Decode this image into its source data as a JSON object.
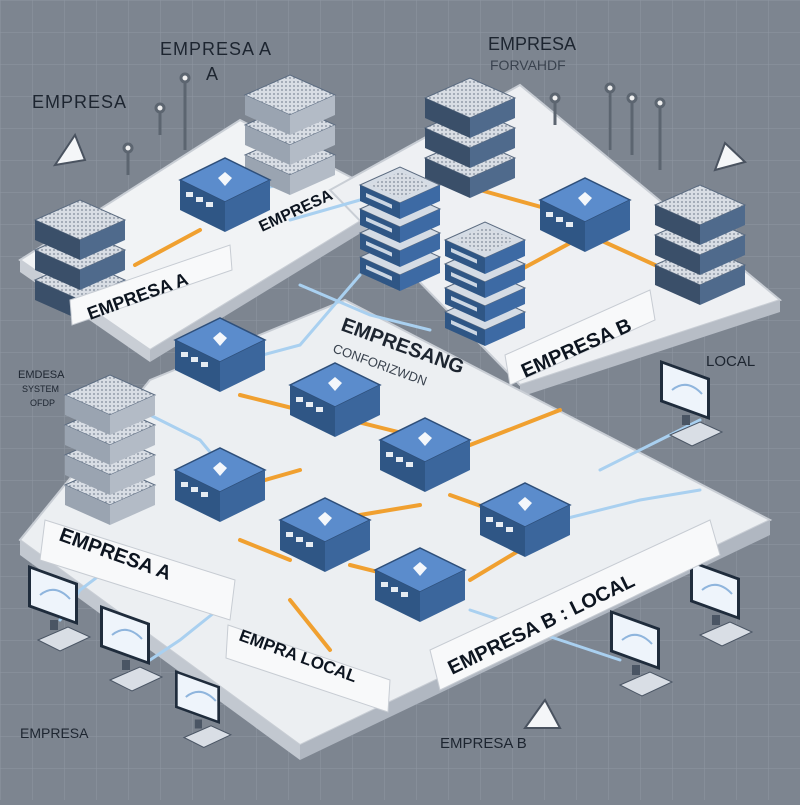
{
  "labels": {
    "top_center_a": "EMPRESA A",
    "top_center_a_sub": "A",
    "top_left": "EMPRESA",
    "top_right": "EMPRESA",
    "top_right_sub": "FORVAHDF",
    "platform_left": "EMPRESA A",
    "platform_left_tag": "EMPRESA",
    "platform_right": "EMPRESA B",
    "middle_title": "EMPRESANG",
    "middle_sub": "CONFORIZWDN",
    "side_small_1": "EMDESA",
    "side_small_2": "SYSTEM",
    "side_small_3": "OFDP",
    "local_right": "LOCAL",
    "lower_left": "EMPRESA A",
    "lower_right": "EMPRESA B : LOCAL",
    "lower_center": "EMPRA LOCAL",
    "bottom_left": "EMPRESA",
    "bottom_right": "EMPRESA B"
  },
  "colors": {
    "background": "#7d8590",
    "platform": "#e9ecef",
    "switch": "#3f6ea8",
    "cable_orange": "#f0a030",
    "cable_blue": "#a9d0f0"
  }
}
